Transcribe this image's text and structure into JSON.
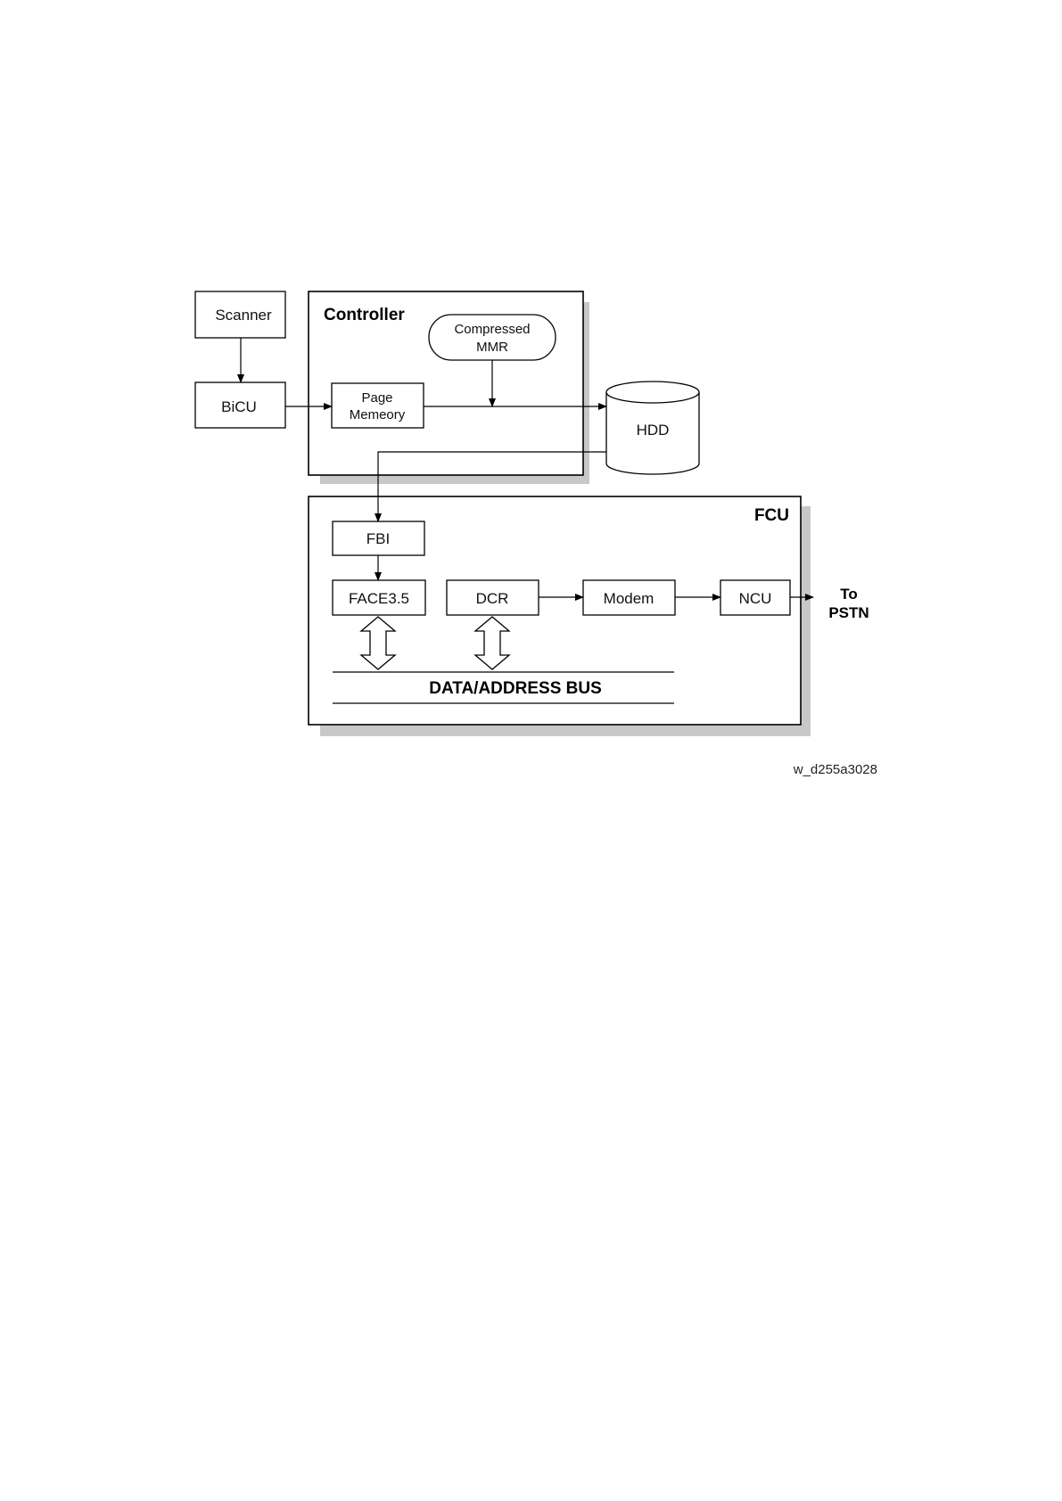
{
  "groups": {
    "controller": {
      "title": "Controller"
    },
    "fcu": {
      "title": "FCU"
    }
  },
  "blocks": {
    "scanner": "Scanner",
    "bicu": "BiCU",
    "page_memory": [
      "Page",
      "Memeory"
    ],
    "compressed_mmr": [
      "Compressed",
      "MMR"
    ],
    "hdd": "HDD",
    "fbi": "FBI",
    "face": "FACE3.5",
    "dcr": "DCR",
    "modem": "Modem",
    "ncu": "NCU"
  },
  "bus": {
    "label": "DATA/ADDRESS BUS"
  },
  "output": {
    "line1": "To",
    "line2": "PSTN"
  },
  "figure_id": "w_d255a3028",
  "colors": {
    "stroke": "#000000",
    "shadow": "#c8c8c8",
    "fill": "#ffffff"
  }
}
